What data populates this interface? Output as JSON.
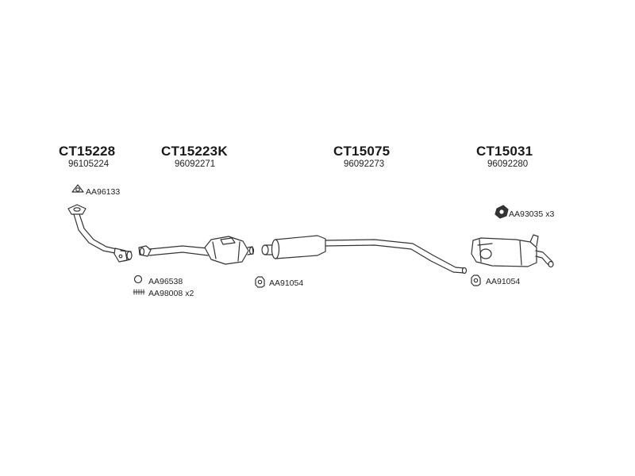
{
  "parts": [
    {
      "code": "CT15228",
      "number": "96105224"
    },
    {
      "code": "CT15223K",
      "number": "96092271"
    },
    {
      "code": "CT15075",
      "number": "96092273"
    },
    {
      "code": "CT15031",
      "number": "96092280"
    }
  ],
  "accessories": [
    {
      "id": "AA96133",
      "qty": "",
      "icon": "gasket-icon"
    },
    {
      "id": "AA93035",
      "qty": "x3",
      "icon": "nut-icon"
    },
    {
      "id": "AA96538",
      "qty": "",
      "icon": "ring-icon"
    },
    {
      "id": "AA98008",
      "qty": "x2",
      "icon": "spring-icon"
    },
    {
      "id": "AA91054",
      "qty": "",
      "icon": "clamp-icon"
    },
    {
      "id": "AA91054",
      "qty": "",
      "icon": "clamp-icon"
    }
  ]
}
